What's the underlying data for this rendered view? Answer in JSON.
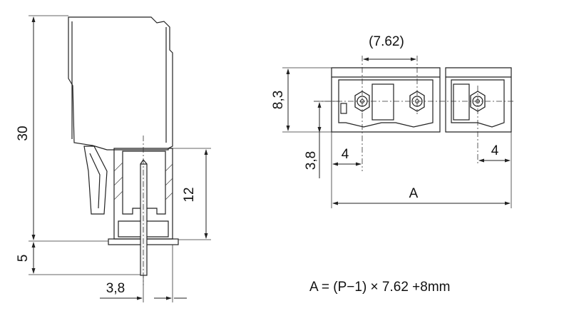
{
  "side_view": {
    "dim_height": "30",
    "dim_pin_length": "5",
    "dim_header_height": "12",
    "dim_pin_offset": "3,8"
  },
  "front_view": {
    "dim_pitch": "(7.62)",
    "dim_body_height": "8,3",
    "dim_pin_height": "3,8",
    "dim_edge_left": "4",
    "dim_edge_right": "4",
    "dim_total": "A"
  },
  "formula": "A = (P−1) × 7.62  +8mm",
  "colors": {
    "body": "#d7d7d7",
    "line": "#222222"
  }
}
